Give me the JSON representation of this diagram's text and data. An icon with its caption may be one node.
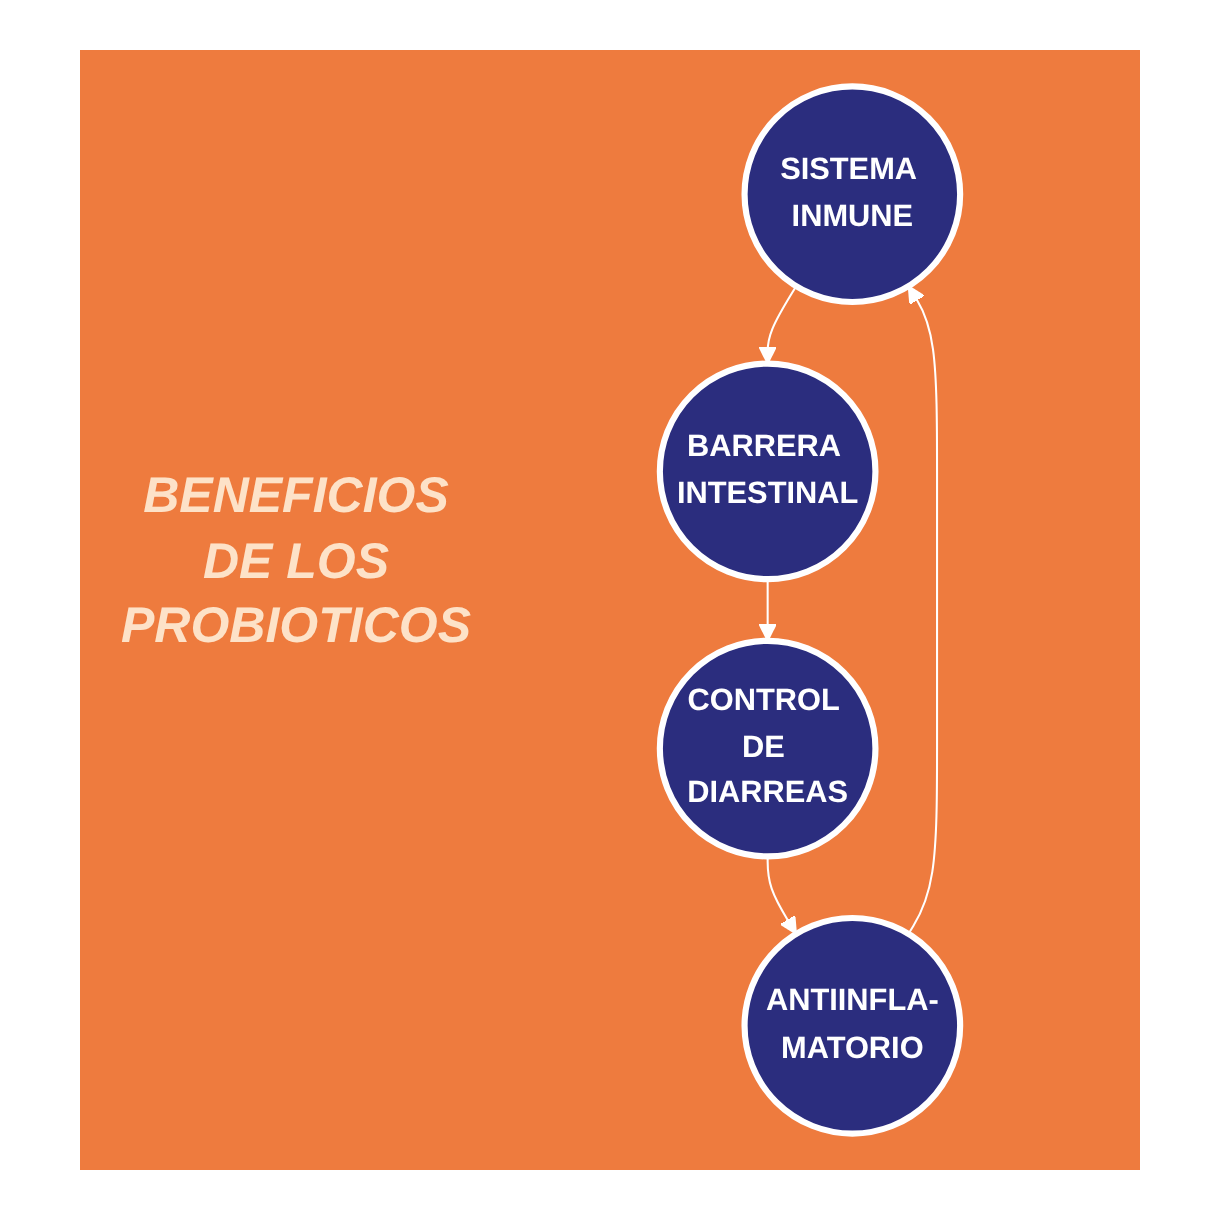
{
  "diagram": {
    "title": "BENEFICIOS DE LOS PROBIOTICOS",
    "nodes": [
      {
        "text": [
          "SISTEMA INMUNE"
        ]
      },
      {
        "text": [
          "BARRERA INTESTINAL"
        ]
      },
      {
        "text": [
          "CONTROL DE DIARREAS"
        ]
      },
      {
        "text": [
          "ANTIINFLA-MATORIO"
        ]
      }
    ],
    "edges": [
      {
        "from": 0,
        "to": 1,
        "arrow": "to"
      },
      {
        "from": 1,
        "to": 2,
        "arrow": "to"
      },
      {
        "from": 2,
        "to": 3,
        "arrow": "to"
      },
      {
        "from": 3,
        "to": 0,
        "arrow": "to"
      }
    ]
  }
}
